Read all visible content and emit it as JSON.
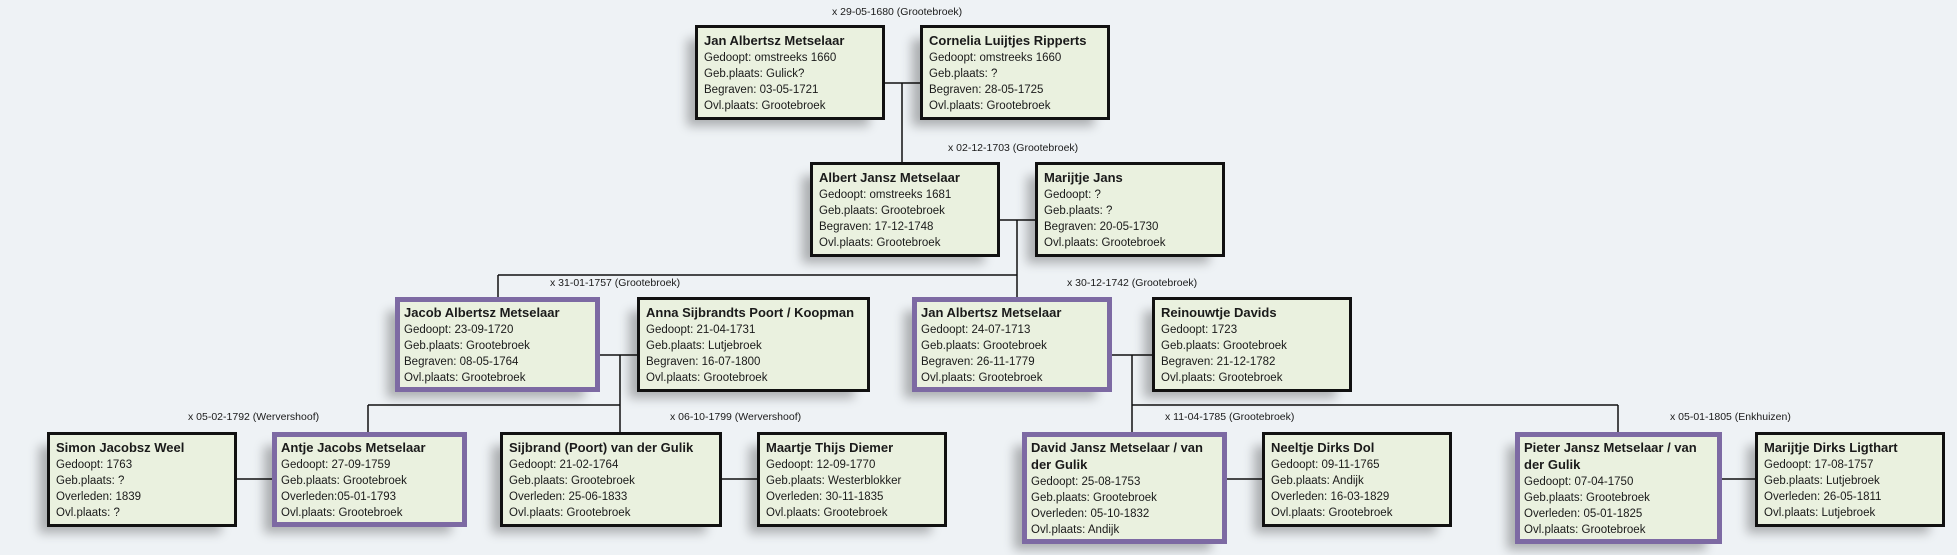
{
  "marriages": [
    {
      "id": "m1",
      "label": "x 29-05-1680 (Grootebroek)"
    },
    {
      "id": "m2",
      "label": "x 02-12-1703 (Grootebroek)"
    },
    {
      "id": "m3",
      "label": "x 31-01-1757 (Grootebroek)"
    },
    {
      "id": "m4",
      "label": "x 30-12-1742 (Grootebroek)"
    },
    {
      "id": "m5",
      "label": "x 05-02-1792 (Wervershoof)"
    },
    {
      "id": "m6",
      "label": "x 06-10-1799 (Wervershoof)"
    },
    {
      "id": "m7",
      "label": "x 11-04-1785 (Grootebroek)"
    },
    {
      "id": "m8",
      "label": "x 05-01-1805 (Enkhuizen)"
    }
  ],
  "people": [
    {
      "id": "p1",
      "name": "Jan Albertsz Metselaar",
      "lines": [
        "Gedoopt: omstreeks 1660",
        "Geb.plaats: Gulick?",
        "Begraven: 03-05-1721",
        "Ovl.plaats: Grootebroek"
      ],
      "highlight": false
    },
    {
      "id": "p2",
      "name": "Cornelia Luijtjes Ripperts",
      "lines": [
        "Gedoopt: omstreeks 1660",
        "Geb.plaats: ?",
        "Begraven: 28-05-1725",
        "Ovl.plaats: Grootebroek"
      ],
      "highlight": false
    },
    {
      "id": "p3",
      "name": "Albert Jansz Metselaar",
      "lines": [
        "Gedoopt: omstreeks 1681",
        "Geb.plaats: Grootebroek",
        "Begraven: 17-12-1748",
        "Ovl.plaats: Grootebroek"
      ],
      "highlight": false
    },
    {
      "id": "p4",
      "name": "Marijtje Jans",
      "lines": [
        "Gedoopt: ?",
        "Geb.plaats: ?",
        "Begraven: 20-05-1730",
        "Ovl.plaats: Grootebroek"
      ],
      "highlight": false
    },
    {
      "id": "p5",
      "name": "Jacob Albertsz Metselaar",
      "lines": [
        "Gedoopt: 23-09-1720",
        "Geb.plaats: Grootebroek",
        "Begraven: 08-05-1764",
        "Ovl.plaats: Grootebroek"
      ],
      "highlight": true
    },
    {
      "id": "p6",
      "name": "Anna Sijbrandts Poort / Koopman",
      "lines": [
        "Gedoopt: 21-04-1731",
        "Geb.plaats: Lutjebroek",
        "Begraven: 16-07-1800",
        "Ovl.plaats: Grootebroek"
      ],
      "highlight": false
    },
    {
      "id": "p7",
      "name": "Jan Albertsz Metselaar",
      "lines": [
        "Gedoopt: 24-07-1713",
        "Geb.plaats: Grootebroek",
        "Begraven: 26-11-1779",
        "Ovl.plaats: Grootebroek"
      ],
      "highlight": true
    },
    {
      "id": "p8",
      "name": "Reinouwtje Davids",
      "lines": [
        "Gedoopt: 1723",
        "Geb.plaats: Grootebroek",
        "Begraven: 21-12-1782",
        "Ovl.plaats: Grootebroek"
      ],
      "highlight": false
    },
    {
      "id": "p9",
      "name": "Simon Jacobsz Weel",
      "lines": [
        "Gedoopt: 1763",
        "Geb.plaats: ?",
        "Overleden: 1839",
        "Ovl.plaats: ?"
      ],
      "highlight": false
    },
    {
      "id": "p10",
      "name": "Antje Jacobs Metselaar",
      "lines": [
        "Gedoopt: 27-09-1759",
        "Geb.plaats: Grootebroek",
        "Overleden:05-01-1793",
        "Ovl.plaats: Grootebroek"
      ],
      "highlight": true
    },
    {
      "id": "p11",
      "name": "Sijbrand (Poort) van der Gulik",
      "lines": [
        "Gedoopt: 21-02-1764",
        "Geb.plaats: Grootebroek",
        "Overleden: 25-06-1833",
        "Ovl.plaats: Grootebroek"
      ],
      "highlight": false
    },
    {
      "id": "p12",
      "name": "Maartje Thijs Diemer",
      "lines": [
        "Gedoopt: 12-09-1770",
        "Geb.plaats: Westerblokker",
        "Overleden: 30-11-1835",
        "Ovl.plaats: Grootebroek"
      ],
      "highlight": false
    },
    {
      "id": "p13",
      "name": "David Jansz Metselaar / van der Gulik",
      "lines": [
        "Gedoopt: 25-08-1753",
        "Geb.plaats: Grootebroek",
        "Overleden: 05-10-1832",
        "Ovl.plaats: Andijk"
      ],
      "highlight": true
    },
    {
      "id": "p14",
      "name": "Neeltje Dirks Dol",
      "lines": [
        "Gedoopt: 09-11-1765",
        "Geb.plaats: Andijk",
        "Overleden: 16-03-1829",
        "Ovl.plaats: Grootebroek"
      ],
      "highlight": false
    },
    {
      "id": "p15",
      "name": "Pieter Jansz Metselaar / van der Gulik",
      "lines": [
        "Gedoopt: 07-04-1750",
        "Geb.plaats: Grootebroek",
        "Overleden: 05-01-1825",
        "Ovl.plaats: Grootebroek"
      ],
      "highlight": true
    },
    {
      "id": "p16",
      "name": "Marijtje Dirks Ligthart",
      "lines": [
        "Gedoopt: 17-08-1757",
        "Geb.plaats: Lutjebroek",
        "Overleden: 26-05-1811",
        "Ovl.plaats: Lutjebroek"
      ],
      "highlight": false
    }
  ],
  "colors": {
    "card_bg": "#eaf1df",
    "border": "#111111",
    "highlight_border": "#7d6aa3",
    "line": "#111111",
    "background": "#eef2f5"
  }
}
